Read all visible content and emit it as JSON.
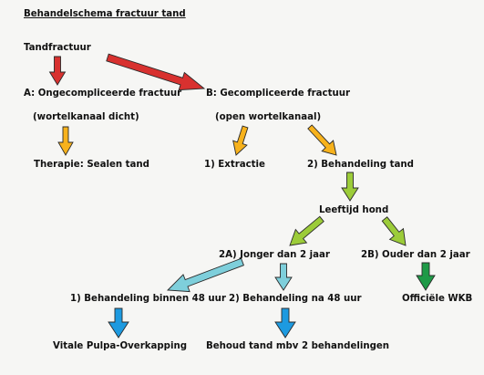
{
  "title": "Behandelschema fractuur tand",
  "nodes": {
    "tandfractuur": "Tandfractuur",
    "a_ongecompliceerd": "A: Ongecompliceerde fractuur",
    "a_sub": "(wortelkanaal dicht)",
    "a_therapie": "Therapie:  Sealen tand",
    "b_gecompliceerd": "B: Gecompliceerde fractuur",
    "b_sub": "(open wortelkanaal)",
    "b_extractie": "1) Extractie",
    "b_behandeling": "2) Behandeling tand",
    "leeftijd": "Leeftijd hond",
    "jonger": "2A)   Jonger dan 2 jaar",
    "ouder": "2B)   Ouder dan 2 jaar",
    "binnen48": "1)  Behandeling binnen 48 uur",
    "na48": "2) Behandeling na 48 uur",
    "wkb": "Officiële WKB",
    "vitale": "Vitale Pulpa-Overkapping",
    "behoud": "Behoud tand mbv 2 behandelingen"
  },
  "colors": {
    "red": "#d8312f",
    "orange": "#f7b21c",
    "lime": "#9ccc39",
    "cyan": "#7ecfdb",
    "blue": "#1d9ae0",
    "green": "#1e9a47",
    "outline": "#2a2a2a"
  }
}
